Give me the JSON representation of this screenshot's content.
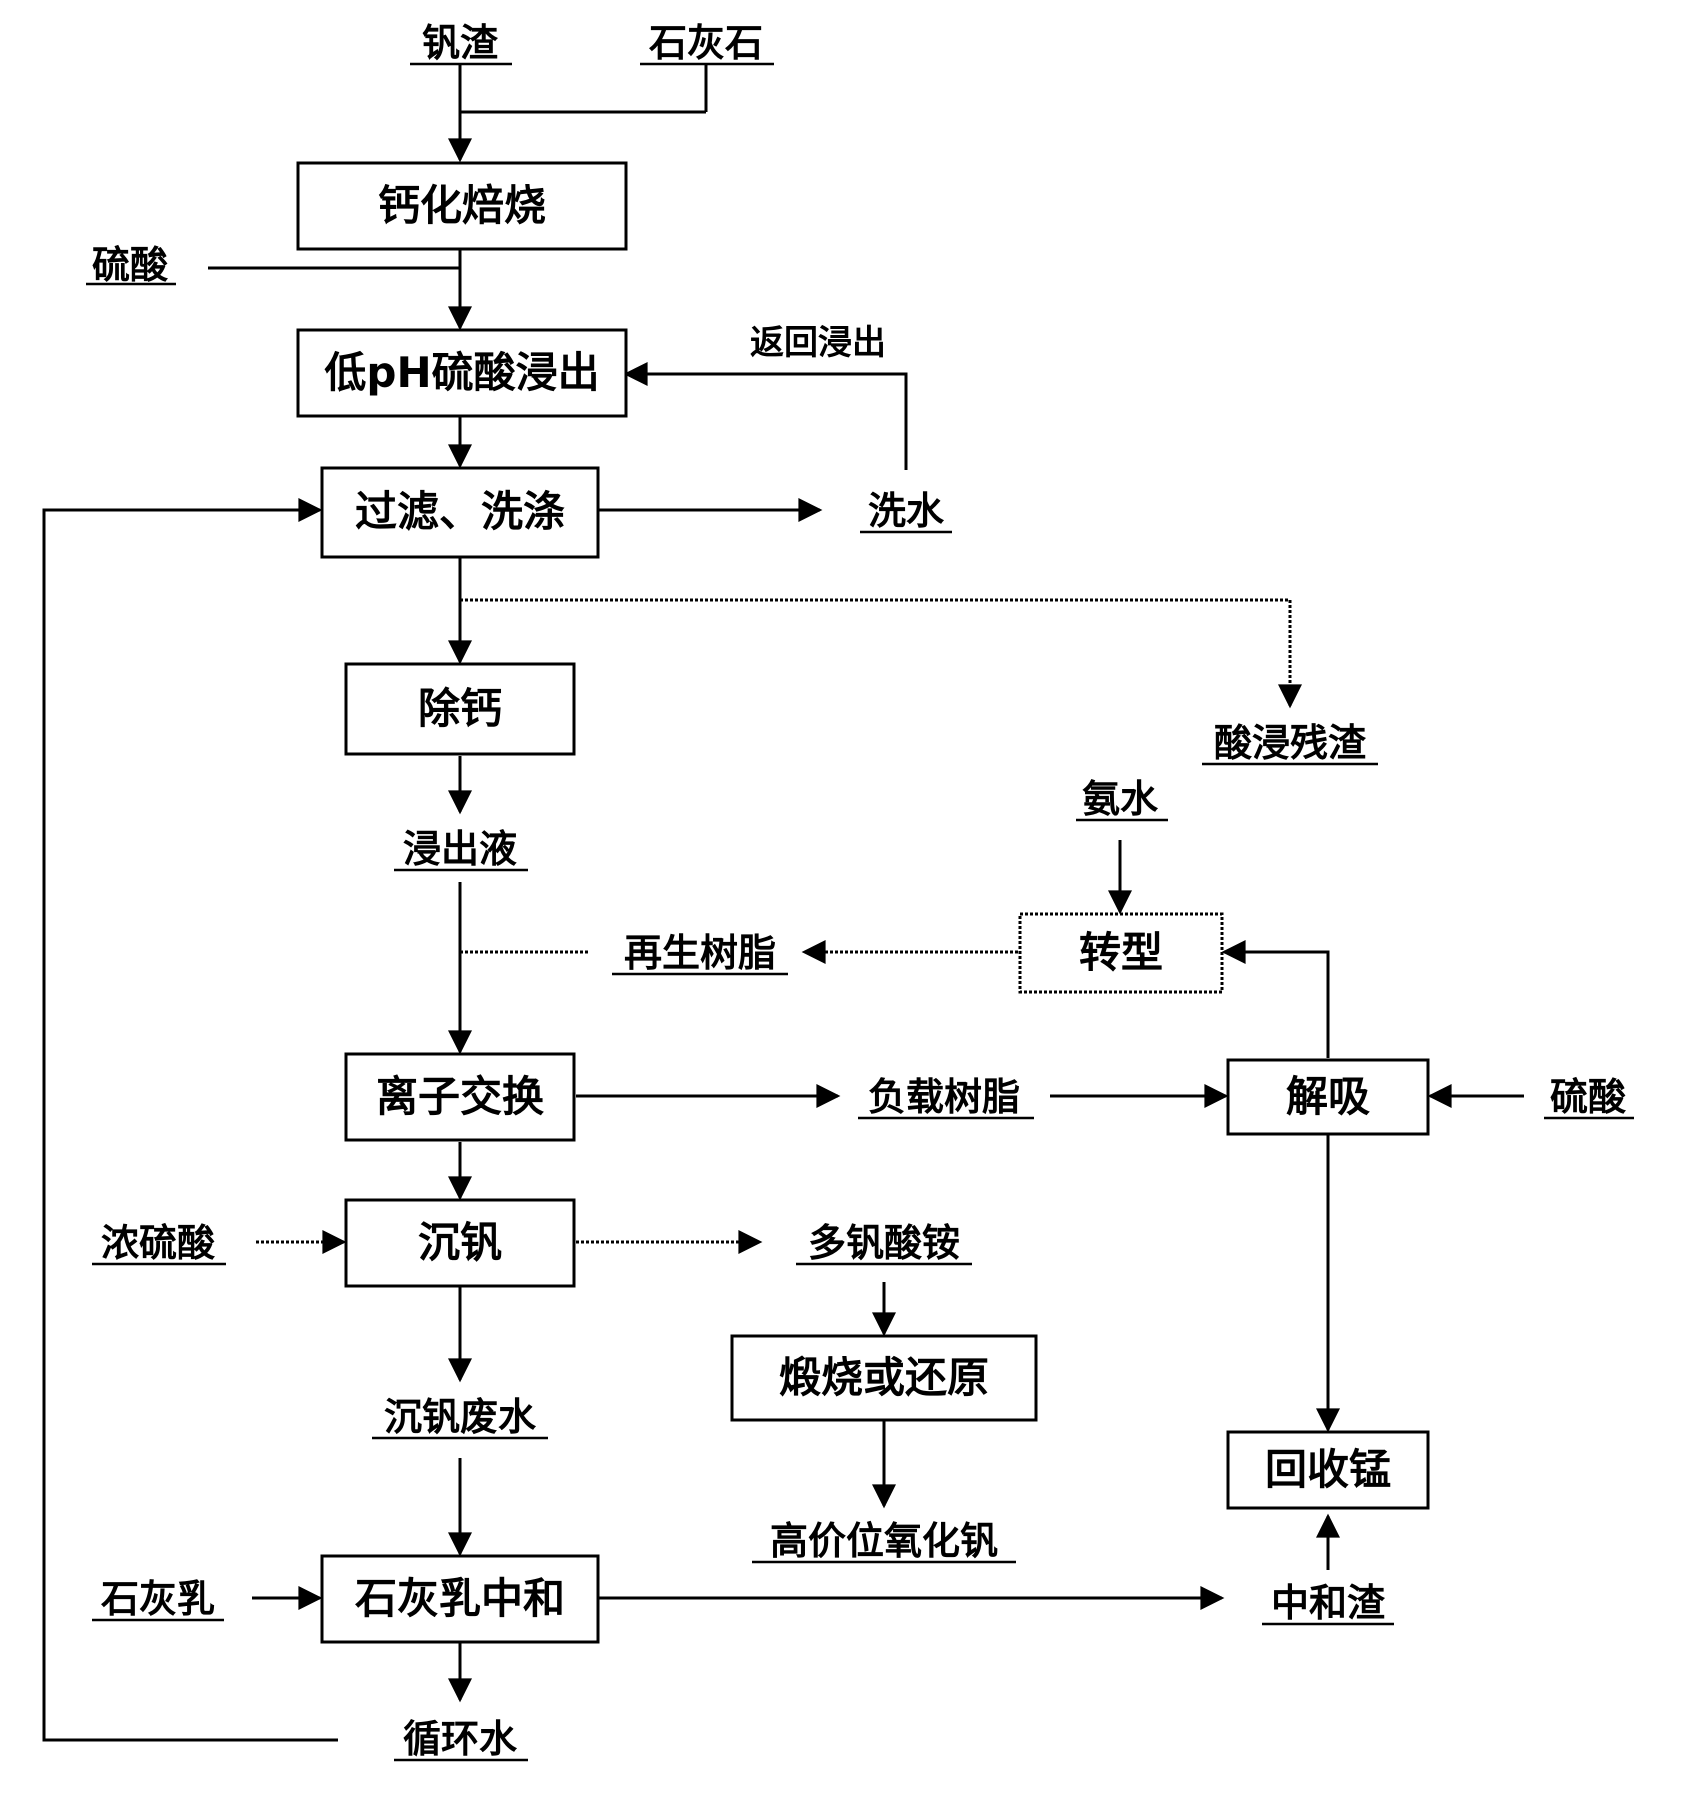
{
  "boxes": {
    "calcification_roasting": "钙化焙烧",
    "low_ph_acid_leaching": "低pH硫酸浸出",
    "filter_wash": "过滤、洗涤",
    "calcium_removal": "除钙",
    "ion_exchange": "离子交换",
    "vanadium_precipitation": "沉钒",
    "lime_milk_neutralization": "石灰乳中和",
    "calcine_or_reduce": "煅烧或还原",
    "conversion": "转型",
    "desorption": "解吸",
    "manganese_recovery": "回收锰"
  },
  "labels": {
    "vanadium_slag": "钒渣",
    "limestone": "石灰石",
    "sulfuric_acid_1": "硫酸",
    "return_leaching": "返回浸出",
    "wash_water": "洗水",
    "acid_leach_residue": "酸浸残渣",
    "leach_liquor": "浸出液",
    "ammonia_water": "氨水",
    "regenerated_resin": "再生树脂",
    "loaded_resin": "负载树脂",
    "sulfuric_acid_2": "硫酸",
    "conc_sulfuric_acid": "浓硫酸",
    "ammonium_polyvanadate": "多钒酸铵",
    "v_precipitation_wastewater": "沉钒废水",
    "high_valence_vanadium_oxide": "高价位氧化钒",
    "lime_milk": "石灰乳",
    "neutralization_residue": "中和渣",
    "circulating_water": "循环水"
  }
}
